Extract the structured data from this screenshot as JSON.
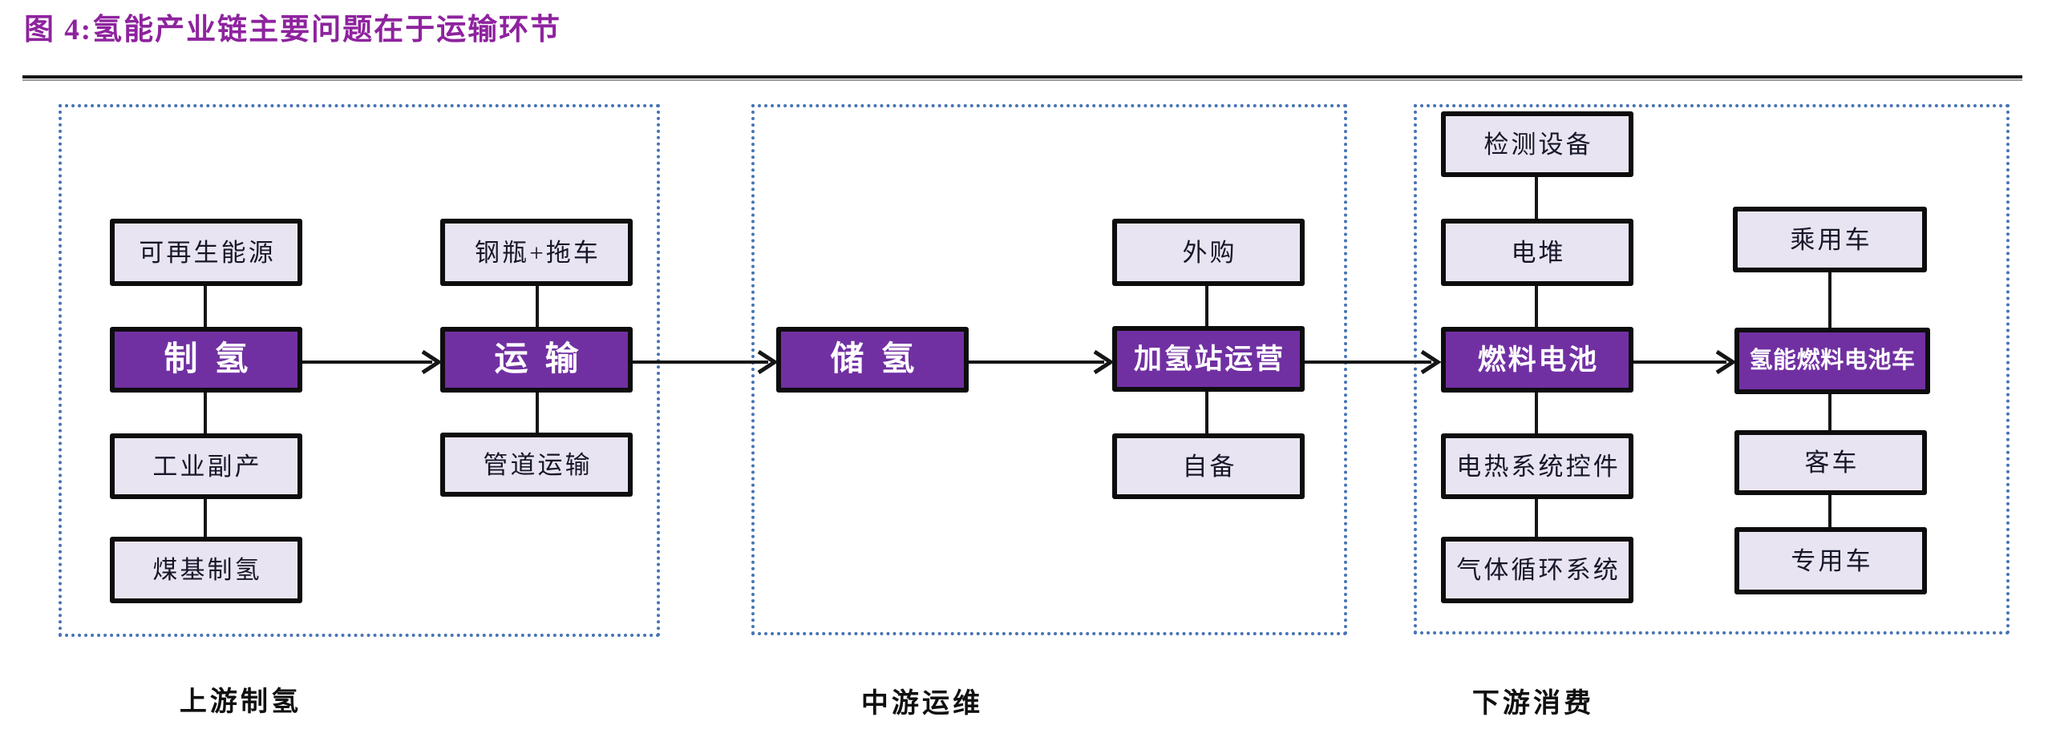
{
  "title": {
    "text": "图 4:氢能产业链主要问题在于运输环节"
  },
  "colors": {
    "primary": "#7130A2",
    "accent-yellow": "#FFEB00",
    "node-fill": "#E9E4F1",
    "dotted-border": "#4673B4",
    "title-color": "#8E239E"
  },
  "sections": {
    "upstream": {
      "label": "上游制氢"
    },
    "midstream": {
      "label": "中游运维"
    },
    "downstream": {
      "label": "下游消费"
    }
  },
  "nodes": {
    "renewable": {
      "label": "可再生能源"
    },
    "cylinder_trailer": {
      "label": "钢瓶+拖车"
    },
    "hydrogen_production": {
      "label": "制氢"
    },
    "transport": {
      "label": "运输"
    },
    "industrial_byproduct": {
      "label": "工业副产"
    },
    "pipeline": {
      "label": "管道运输"
    },
    "coal_based": {
      "label": "煤基制氢"
    },
    "storage": {
      "label": "储氢"
    },
    "external_purchase": {
      "label": "外购"
    },
    "station_operation": {
      "label": "加氢站运营"
    },
    "self_provided": {
      "label": "自备"
    },
    "testing_equipment": {
      "label": "检测设备"
    },
    "stack": {
      "label": "电堆"
    },
    "fuel_cell": {
      "label": "燃料电池"
    },
    "electrothermal": {
      "label": "电热系统控件"
    },
    "gas_circulation": {
      "label": "气体循环系统"
    },
    "passenger_car": {
      "label": "乘用车"
    },
    "fcev": {
      "label": "氢能燃料电池车"
    },
    "bus": {
      "label": "客车"
    },
    "special_vehicle": {
      "label": "专用车"
    }
  }
}
